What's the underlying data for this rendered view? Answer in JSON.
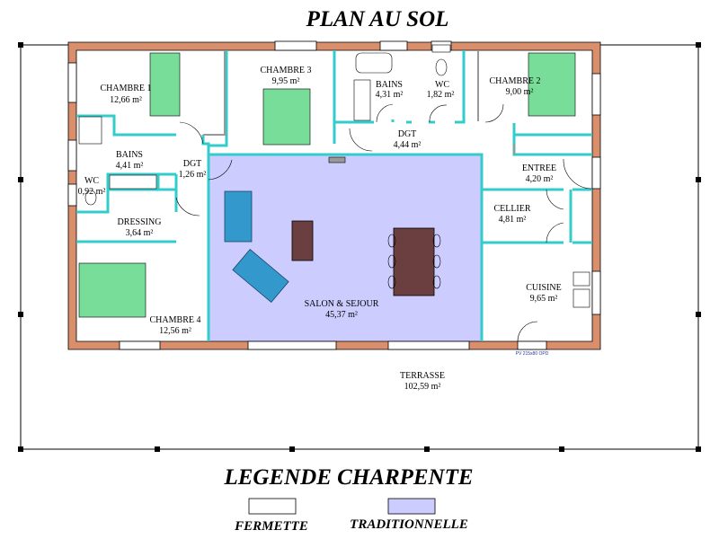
{
  "title": "PLAN AU SOL",
  "rooms": {
    "chambre1": {
      "name": "CHAMBRE 1",
      "area": "12,66 m²"
    },
    "chambre2": {
      "name": "CHAMBRE 2",
      "area": "9,00 m²"
    },
    "chambre3": {
      "name": "CHAMBRE 3",
      "area": "9,95 m²"
    },
    "chambre4": {
      "name": "CHAMBRE 4",
      "area": "12,56 m²"
    },
    "bains_top": {
      "name": "BAINS",
      "area": "4,31 m²"
    },
    "wc_top": {
      "name": "WC",
      "area": "1,82 m²"
    },
    "dgt_top": {
      "name": "DGT",
      "area": "4,44 m²"
    },
    "bains_left": {
      "name": "BAINS",
      "area": "4,41 m²"
    },
    "dgt_left": {
      "name": "DGT",
      "area": "1,26 m²"
    },
    "wc_left": {
      "name": "WC",
      "area": "0,92 m²"
    },
    "dressing": {
      "name": "DRESSING",
      "area": "3,64 m²"
    },
    "entree": {
      "name": "ENTREE",
      "area": "4,20 m²"
    },
    "cellier": {
      "name": "CELLIER",
      "area": "4,81 m²"
    },
    "cuisine": {
      "name": "CUISINE",
      "area": "9,65 m²"
    },
    "salon": {
      "name": "SALON & SEJOUR",
      "area": "45,37 m²"
    },
    "terrasse": {
      "name": "TERRASSE",
      "area": "102,59 m²"
    }
  },
  "door_note": "PV 215x80 OPD",
  "legend": {
    "title": "LEGENDE CHARPENTE",
    "items": [
      {
        "label": "FERMETTE",
        "color": "#ffffff"
      },
      {
        "label": "TRADITIONNELLE",
        "color": "#ccccff"
      }
    ]
  },
  "colors": {
    "wall": "#d98f6c",
    "partition": "#33cccc",
    "bed": "#77dd99",
    "sofa": "#3399cc",
    "table": "#6b3f3f",
    "traditionnelle": "#ccccff"
  }
}
